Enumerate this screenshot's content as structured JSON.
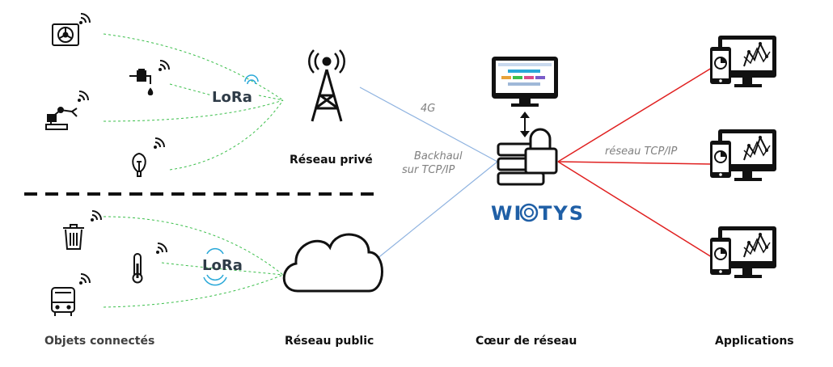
{
  "labels": {
    "private_network": "Réseau privé",
    "public_network": "Réseau public",
    "connected_objects": "Objets connectés",
    "network_core": "Cœur de réseau",
    "applications": "Applications",
    "link_4g": "4G",
    "backhaul_line1": "Backhaul",
    "backhaul_line2": "sur TCP/IP",
    "tcp_ip_network": "réseau TCP/IP"
  },
  "lora": {
    "text": "LoRa",
    "color": "#2e3b47",
    "wave_color": "#29a8d8"
  },
  "brand": {
    "name_prefix": "WI",
    "name_suffix": "TYS",
    "color": "#1f5fa6"
  },
  "colors": {
    "lora_link": "#3bbf4b",
    "backhaul_link": "#8fb3e0",
    "app_link": "#e02020",
    "signal": "#111111"
  },
  "icons": {
    "private_objects": [
      "fan-icon",
      "faucet-icon",
      "robot-arm-icon",
      "lightbulb-icon"
    ],
    "public_objects": [
      "trash-bin-icon",
      "thermometer-icon",
      "bus-icon"
    ],
    "apps": [
      "computer-tablet-icon",
      "computer-tablet-icon",
      "computer-tablet-icon"
    ]
  }
}
